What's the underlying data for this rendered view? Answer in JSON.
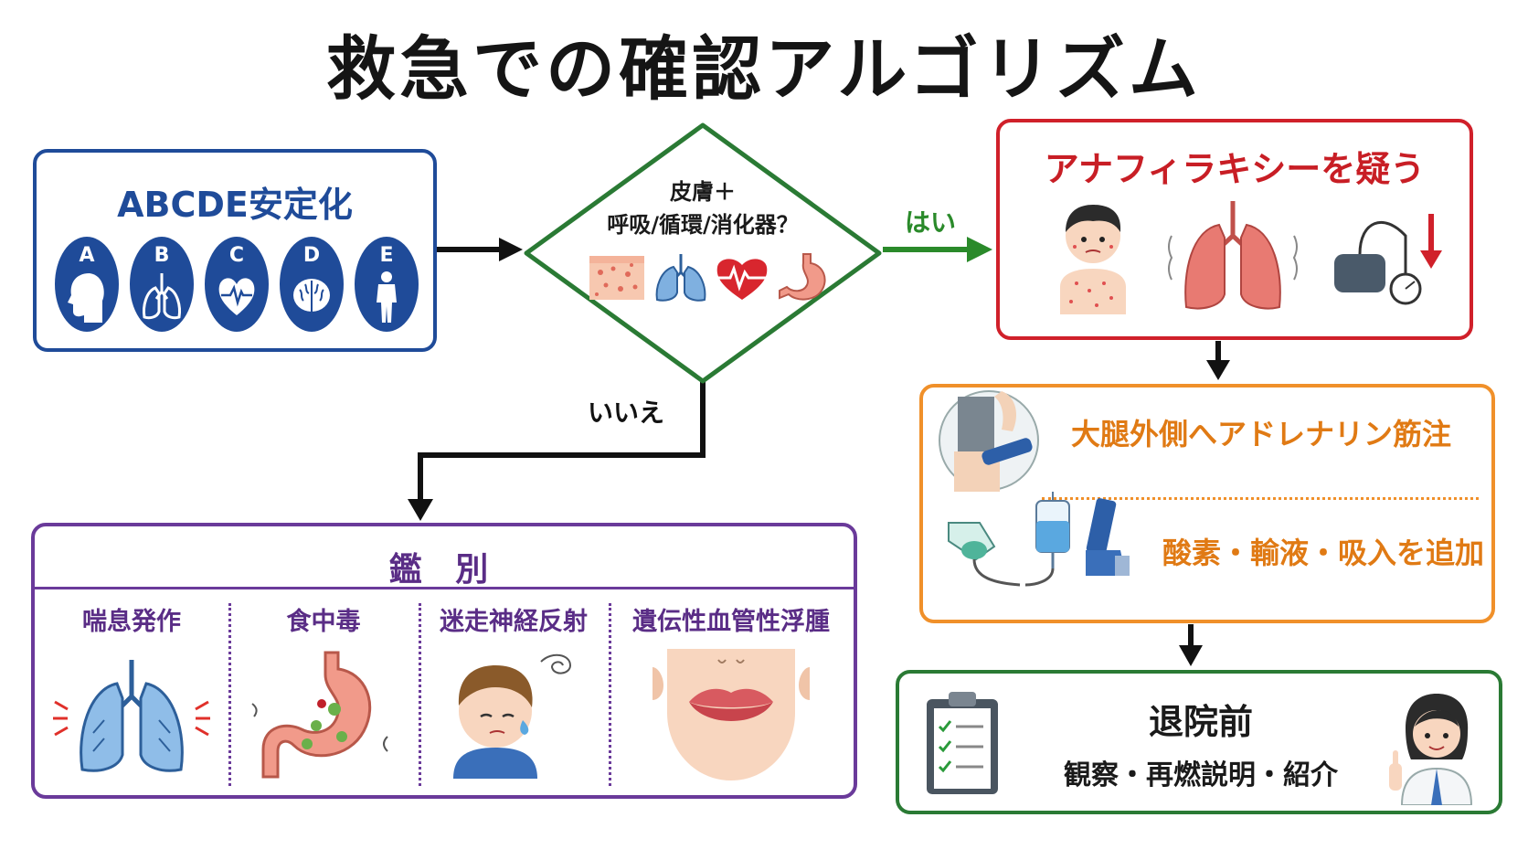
{
  "title": "救急での確認アルゴリズム",
  "abcde": {
    "title": "ABCDE安定化",
    "letters": [
      "A",
      "B",
      "C",
      "D",
      "E"
    ],
    "icons": [
      "airway-head-icon",
      "lungs-icon",
      "heart-ecg-icon",
      "brain-icon",
      "person-icon"
    ]
  },
  "decision": {
    "question_line1": "皮膚＋",
    "question_line2": "呼吸/循環/消化器？",
    "icons": [
      "skin-rash-icon",
      "lungs-icon",
      "heart-ecg-icon",
      "stomach-icon"
    ]
  },
  "yes_label": "はい",
  "no_label": "いいえ",
  "anaphylaxis": {
    "title": "アナフィラキシーを疑う",
    "icons": [
      "child-with-rash-icon",
      "lungs-wheeze-icon",
      "blood-pressure-drop-icon"
    ]
  },
  "treatment": {
    "line1": "大腿外側へアドレナリン筋注",
    "line2": "酸素・輸液・吸入を追加",
    "icons": [
      "auto-injector-icon",
      "oxygen-mask-icon",
      "iv-bag-icon",
      "inhaler-icon"
    ]
  },
  "discharge": {
    "title": "退院前",
    "subtitle": "観察・再燃説明・紹介",
    "icons": [
      "clipboard-checklist-icon",
      "doctor-icon"
    ]
  },
  "differential": {
    "title": "鑑 別",
    "items": [
      {
        "label": "喘息発作",
        "icon": "asthma-lungs-icon"
      },
      {
        "label": "食中毒",
        "icon": "stomach-germs-icon"
      },
      {
        "label": "迷走神経反射",
        "icon": "fainting-boy-icon"
      },
      {
        "label": "遺伝性血管性浮腫",
        "icon": "swollen-lips-icon"
      }
    ]
  },
  "colors": {
    "abcde": "#1f4b99",
    "decision": "#2a7a34",
    "anaphylaxis": "#d0202a",
    "treatment": "#f0902a",
    "discharge": "#2a7a34",
    "differential": "#6a3a9a"
  }
}
